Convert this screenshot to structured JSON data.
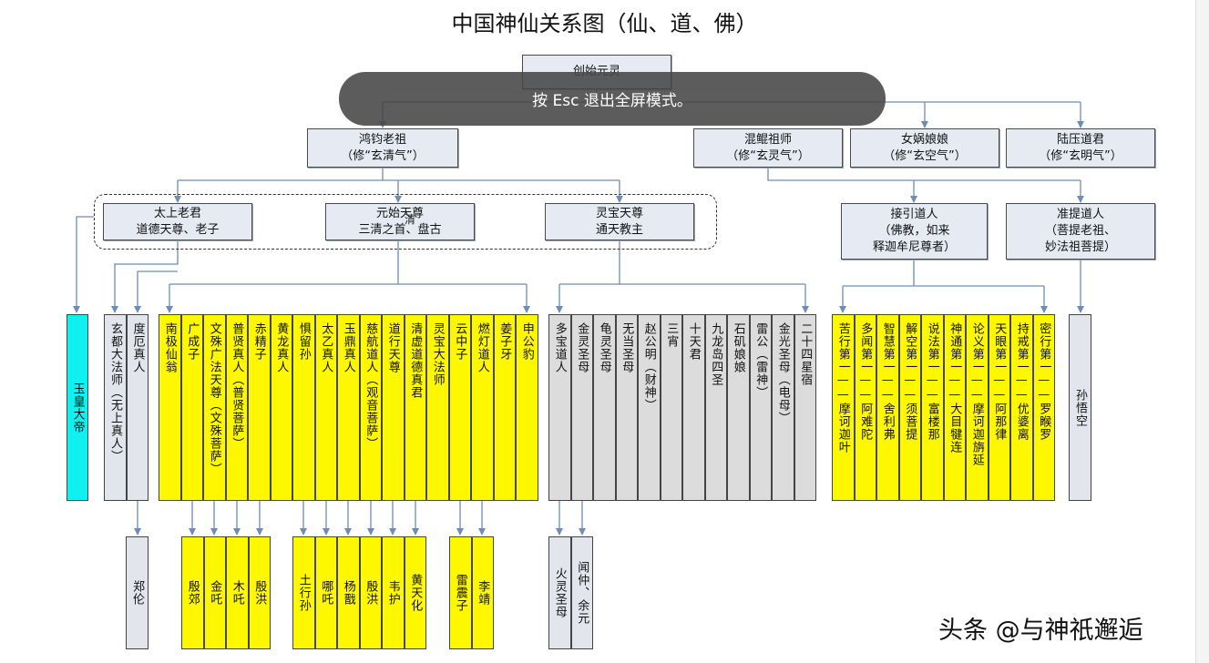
{
  "title": "中国神仙关系图（仙、道、佛）",
  "overlay_text": "按 Esc 退出全屏模式。",
  "watermark": "头条 @与神祇邂逅",
  "colors": {
    "yellow": "#fdf700",
    "gray": "#dcdcdc",
    "cyan": "#10f0f0",
    "arrow": "#6f8db4"
  },
  "nodes": {
    "root": "创始元灵",
    "hongjun": "鸿钧老祖\n（修“玄清气”）",
    "hunkun": "混鲲祖师\n（修“玄灵气”）",
    "nvwa": "女娲娘娘\n（修“玄空气”）",
    "luya": "陆压道君\n（修“玄明气”）",
    "laojun": "太上老君\n道德天尊、老子",
    "yuanshi": "元始天尊\n三清之首、盘古",
    "yuanshi_extra": "清",
    "lingbao": "灵宝天尊\n通天教主",
    "jieyin": "接引道人\n（佛教，如来\n释迦牟尼尊者）",
    "zhunti": "准提道人\n（菩提老祖、\n妙法祖菩提）"
  },
  "columns": {
    "yuhuang": "玉皇大帝",
    "xuandu": "玄都大法师（无上真人）",
    "duer": "度厄真人",
    "yuanshi_disciples": [
      "南极仙翁",
      "广成子",
      "文殊广法天尊（文殊菩萨）",
      "普贤真人（普贤菩萨）",
      "赤精子",
      "黄龙真人",
      "惧留孙",
      "太乙真人",
      "玉鼎真人",
      "慈航道人（观音菩萨）",
      "道行天尊",
      "清虚道德真君",
      "灵宝大法师",
      "云中子",
      "燃灯道人",
      "姜子牙",
      "申公豹"
    ],
    "lingbao_disciples": [
      "多宝道人",
      "金灵圣母",
      "龟灵圣母",
      "无当圣母",
      "赵公明（财神）",
      "三宵",
      "十天君",
      "九龙岛四圣",
      "石矶娘娘",
      "雷公（雷神）",
      "金光圣母（电母）",
      "二十四星宿"
    ],
    "buddha_disciples": [
      "苦行第一——摩诃迦叶",
      "多闻第一——阿难陀",
      "智慧第一——舍利弗",
      "解空第一——须菩提",
      "说法第一——富楼那",
      "神通第一——大目犍连",
      "论义第一——摩诃迦旃延",
      "天眼第一——阿那律",
      "持戒第一——优婆离",
      "密行第一——罗睺罗"
    ],
    "sunwukong": "孙悟空"
  },
  "bottom": {
    "zhenglun": "郑伦",
    "group1": [
      "殷郊",
      "金吒",
      "木吒",
      "殷洪"
    ],
    "group2": [
      "土行孙",
      "哪吒",
      "杨戬",
      "殷洪",
      "韦护",
      "黄天化"
    ],
    "group3": [
      "雷震子",
      "李靖"
    ],
    "group4": [
      "火灵圣母",
      "闻仲、余元"
    ]
  }
}
